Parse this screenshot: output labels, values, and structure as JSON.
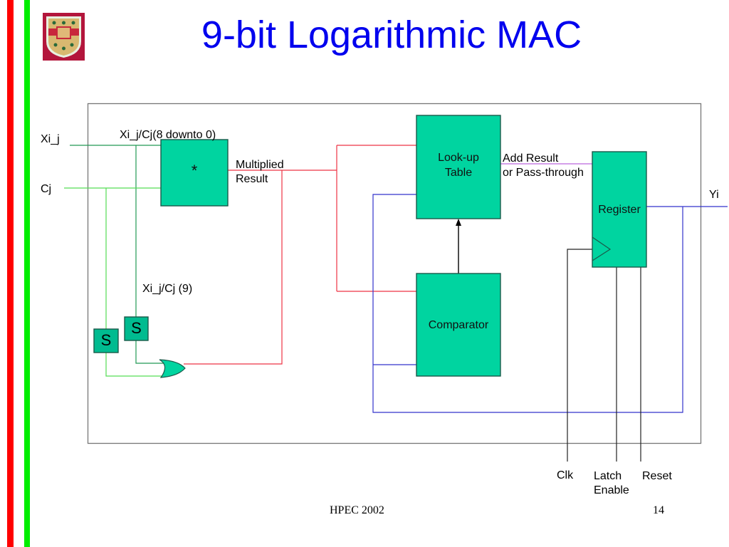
{
  "slide": {
    "title": "9-bit Logarithmic MAC",
    "footer_center": "HPEC 2002",
    "page_number": "14",
    "colors": {
      "title": "#0000ee",
      "block_fill": "#00d4a0",
      "wire_red": "#ee3344",
      "wire_blue": "#3333cc",
      "wire_green": "#44dd44",
      "wire_dark_green": "#118844",
      "wire_purple": "#bb66dd",
      "stripe_red": "#ff0000",
      "stripe_green": "#00ee00"
    },
    "logo": "university-crest-icon"
  },
  "diagram": {
    "inputs": {
      "xi_j": "Xi_j",
      "cj": "Cj"
    },
    "output": "Yi",
    "labels": {
      "bus_low": "Xi_j/Cj(8 downto 0)",
      "bus_sign": "Xi_j/Cj (9)",
      "multiplied_line1": "Multiplied",
      "multiplied_line2": "Result",
      "add_line1": "Add Result",
      "add_line2": "or Pass-through"
    },
    "blocks": {
      "multiplier": "*",
      "lut_line1": "Look-up",
      "lut_line2": "Table",
      "comparator": "Comparator",
      "register": "Register",
      "sign1": "S",
      "sign2": "S"
    },
    "control_inputs": {
      "clk": "Clk",
      "latch_line1": "Latch",
      "latch_line2": "Enable",
      "reset": "Reset"
    }
  }
}
